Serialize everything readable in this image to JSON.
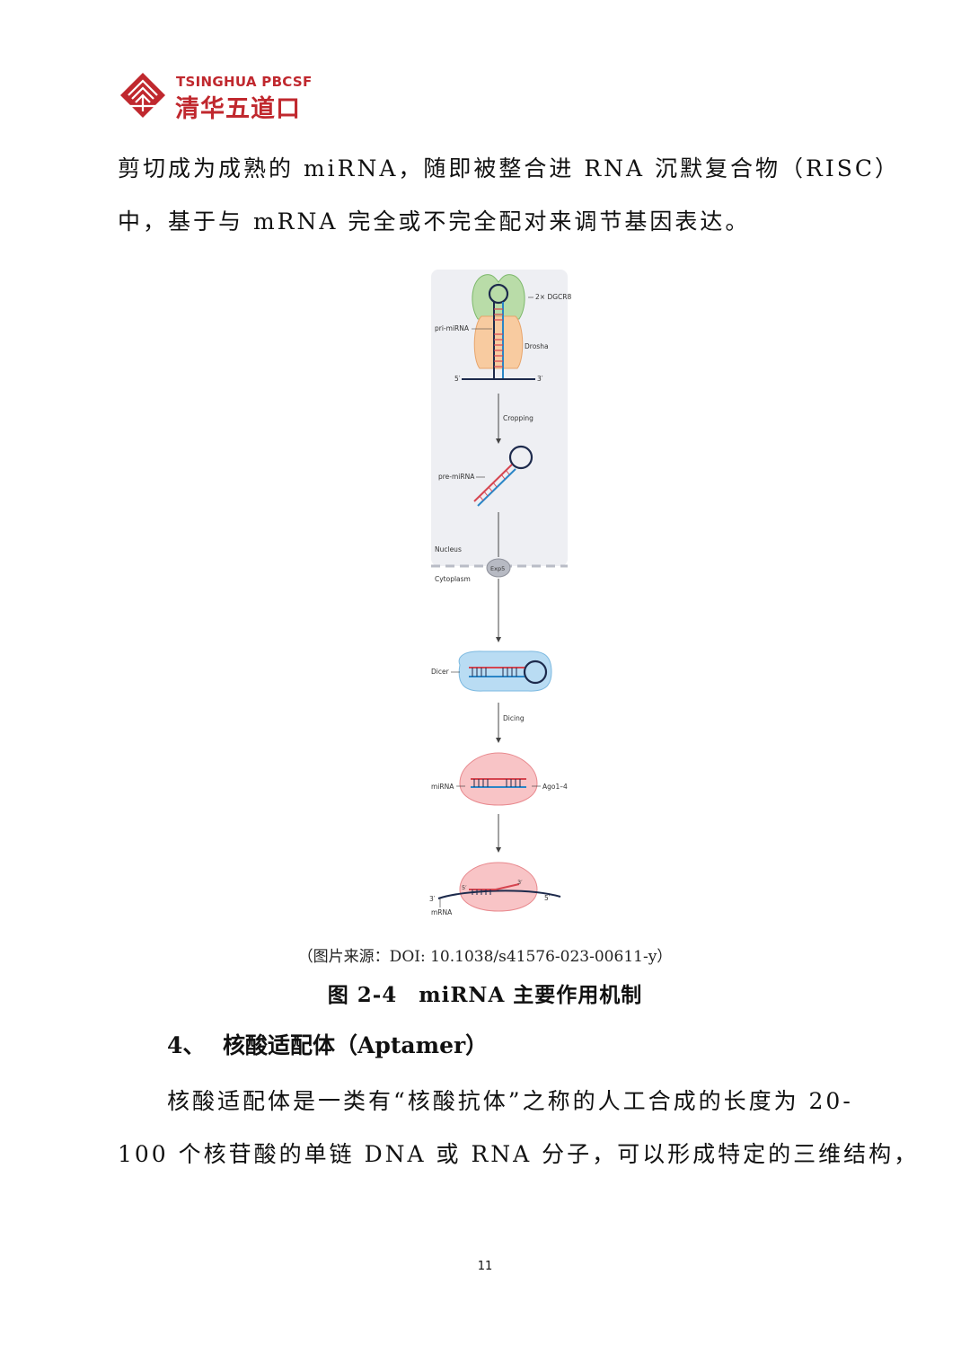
{
  "header": {
    "logo_en": "TSINGHUA PBCSF",
    "logo_cn": "清华五道口",
    "brand_color": "#c0282e"
  },
  "body": {
    "line1": "剪切成为成熟的 miRNA，随即被整合进 RNA 沉默复合物（RISC）",
    "line2": "中，基于与 mRNA 完全或不完全配对来调节基因表达。",
    "line3": "核酸适配体是一类有“核酸抗体”之称的人工合成的长度为 20-",
    "line4": "100 个核苷酸的单链 DNA 或 RNA 分子，可以形成特定的三维结构，"
  },
  "figure": {
    "labels": {
      "dgcr8": "2× DGCR8",
      "pri_mirna": "pri-miRNA",
      "drosha": "Drosha",
      "five_prime": "5′",
      "three_prime": "3′",
      "cropping": "Cropping",
      "pre_mirna": "pre-miRNA",
      "nucleus": "Nucleus",
      "exp5": "Exp5",
      "cytoplasm": "Cytoplasm",
      "dicer": "Dicer",
      "dicing": "Dicing",
      "mirna": "miRNA",
      "ago": "Ago1–4",
      "mrna": "mRNA"
    },
    "source": "（图片来源：DOI: 10.1038/s41576-023-00611-y）",
    "caption": "图 2-4　miRNA 主要作用机制"
  },
  "section": {
    "number": "4、",
    "title": "核酸适配体（Aptamer）"
  },
  "page_number": "11"
}
